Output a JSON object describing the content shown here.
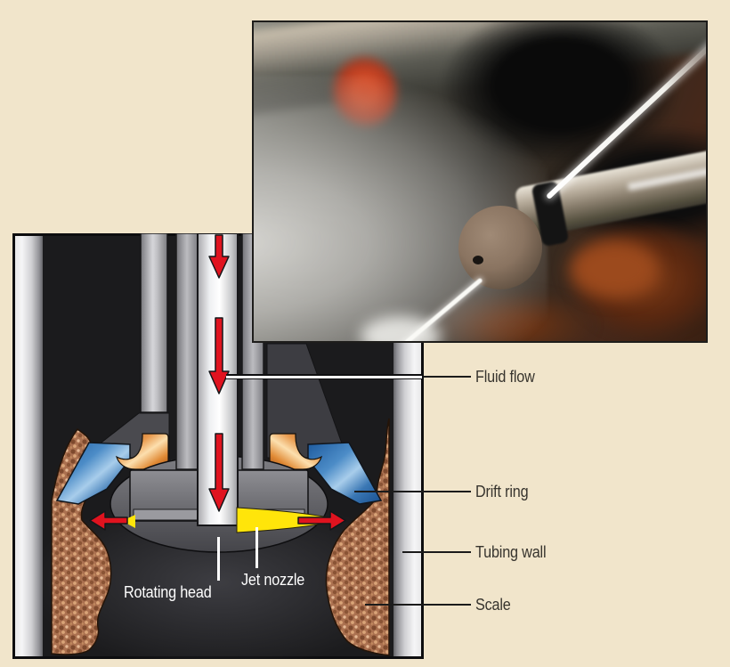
{
  "figure": {
    "type": "oilfield-jetting-tool-cross-section-with-photo-inset",
    "labels": {
      "fluid_flow": "Fluid flow",
      "drift_ring": "Drift ring",
      "tubing_wall": "Tubing wall",
      "scale": "Scale",
      "rotating_head": "Rotating head",
      "jet_nozzle": "Jet nozzle"
    },
    "colors": {
      "background_beige": "#f1e5cb",
      "arrow_red": "#e0131f",
      "drift_ring_blue": "#4c8cc7",
      "jet_yellow": "#ffe50a",
      "scale_brown": "#ab7150",
      "tubing_wall_gray": "#d9dadc",
      "label_text_dark": "#37342e",
      "label_text_white": "#ffffff"
    }
  }
}
